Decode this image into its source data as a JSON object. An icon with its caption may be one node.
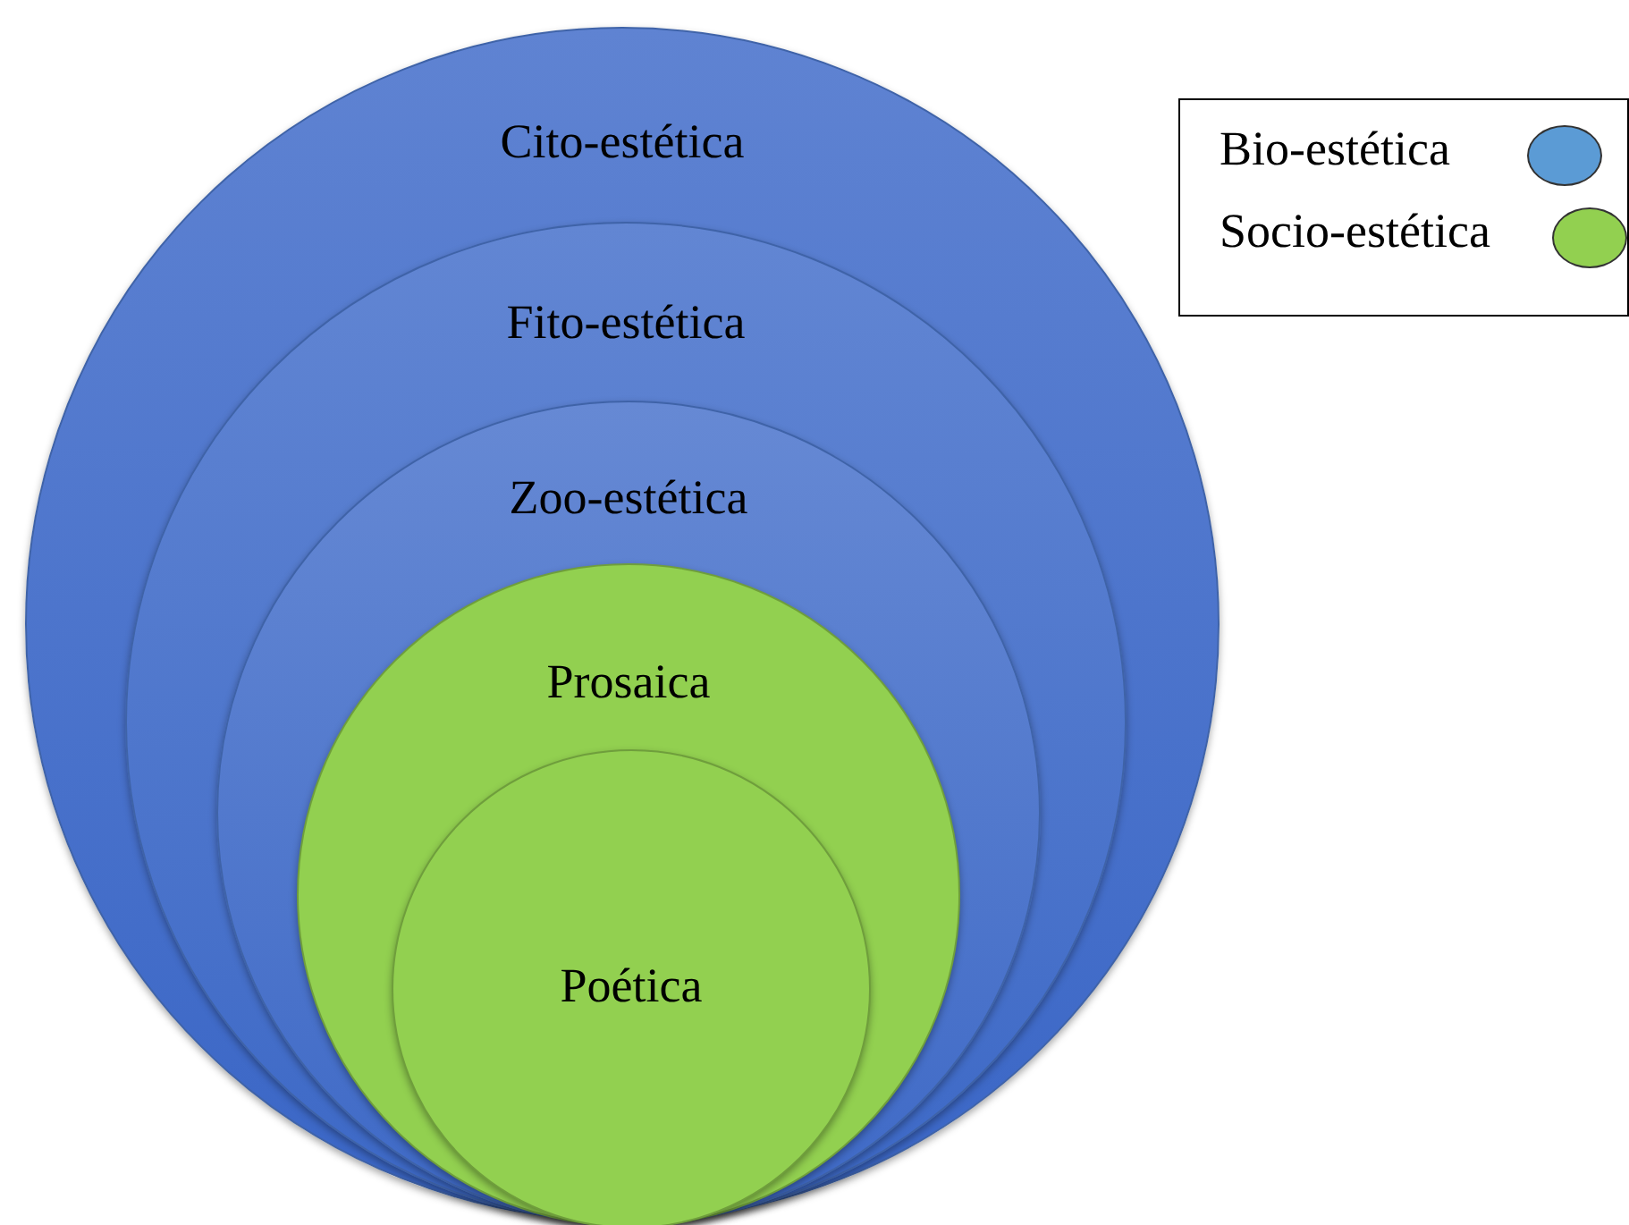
{
  "diagram": {
    "nodes": [
      {
        "text": [
          "Cito-estética"
        ]
      },
      {
        "text": [
          "Fito-estética"
        ],
        "in": 0
      },
      {
        "text": [
          "Zoo-estética"
        ],
        "in": 1
      },
      {
        "text": [
          "Prosaica"
        ],
        "in": 2
      },
      {
        "text": [
          "Poética"
        ],
        "in": 3
      }
    ],
    "legend": [
      {
        "text": "Bio-estética",
        "color": "#5b9bd5"
      },
      {
        "text": "Socio-estética",
        "color": "#92d050"
      }
    ]
  }
}
